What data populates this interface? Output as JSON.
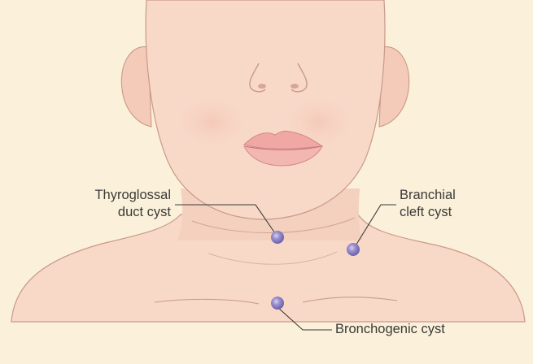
{
  "labels": {
    "thyroglossal": [
      "Thyroglossal",
      "duct cyst"
    ],
    "branchial": [
      "Branchial",
      "cleft cyst"
    ],
    "bronchogenic": [
      "Bronchogenic cyst"
    ]
  },
  "colors": {
    "background": "#fbf0d9",
    "skin": "#f8d9c8",
    "skin_shadow": "#efc4b1",
    "outline": "#c9998a",
    "lips": "#f0a8a4",
    "cyst_fill": "#9a8fcd",
    "cyst_edge": "#6e63ad",
    "leader_line": "#3a3a3a"
  },
  "icons": [
    "cyst-marker-icon"
  ]
}
